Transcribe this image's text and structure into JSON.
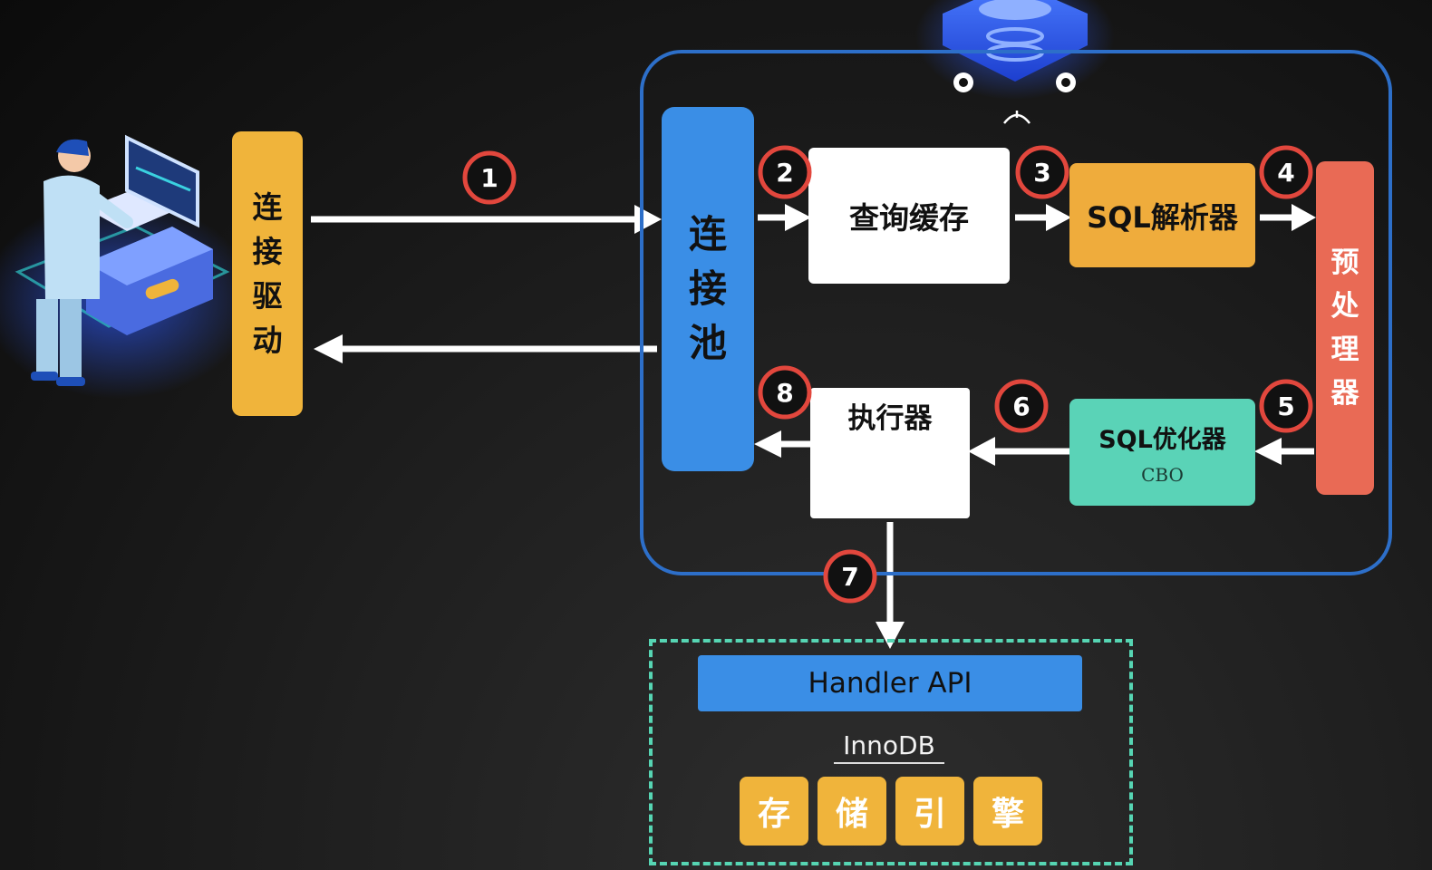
{
  "colors": {
    "background": "#151515",
    "server_frame": "#2d6fc9",
    "driver": "#f0b43b",
    "connection_pool": "#3a8ee6",
    "sql_parser": "#efac3c",
    "preprocessor": "#e96a55",
    "optimizer": "#5ad3b7",
    "engine_frame": "#56d5b3",
    "step_badge": "#e2473d"
  },
  "icons": [
    "user-at-laptop-icon",
    "database-stack-icon"
  ],
  "connection_driver": {
    "label": "连接驱动"
  },
  "connection_pool": {
    "label": "连接池"
  },
  "query_cache": {
    "label": "查询缓存"
  },
  "sql_parser": {
    "label": "SQL解析器"
  },
  "preprocessor": {
    "label": "预处理器"
  },
  "sql_optimizer": {
    "label": "SQL优化器",
    "sublabel": "CBO"
  },
  "executor": {
    "label": "执行器"
  },
  "storage_engine": {
    "api_label": "Handler API",
    "engine_name": "InnoDB",
    "chips": [
      "存",
      "储",
      "引",
      "擎"
    ]
  },
  "steps": [
    "1",
    "2",
    "3",
    "4",
    "5",
    "6",
    "7",
    "8"
  ]
}
